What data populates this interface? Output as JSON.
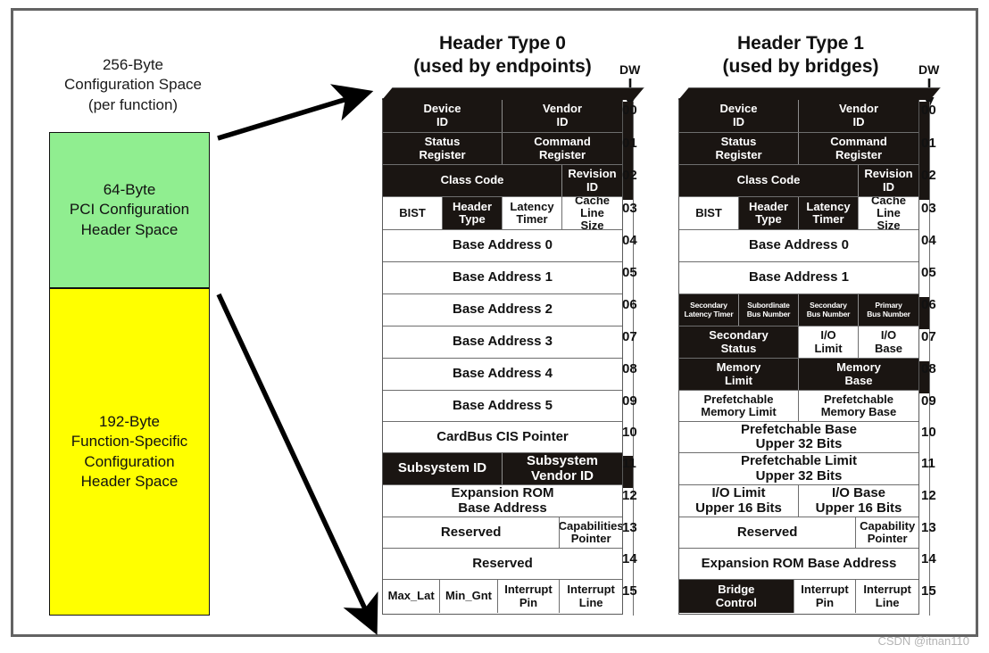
{
  "left_panel": {
    "caption": "256-Byte\nConfiguration Space\n(per function)",
    "caption_lines": [
      "256-Byte",
      "Configuration Space",
      "(per function)"
    ],
    "blocks": [
      {
        "label": "64-Byte\nPCI Configuration\nHeader Space",
        "lines": [
          "64-Byte",
          "PCI Configuration",
          "Header Space"
        ],
        "color": "#90ee90"
      },
      {
        "label": "192-Byte\nFunction-Specific\nConfiguration\nHeader Space",
        "lines": [
          "192-Byte",
          "Function-Specific",
          "Configuration",
          "Header Space"
        ],
        "color": "#ffff00"
      }
    ]
  },
  "tables": [
    {
      "title_line1": "Header Type 0",
      "title_line2": "(used by endpoints)",
      "dw_header": "DW",
      "dw_numbers": [
        "00",
        "01",
        "02",
        "03",
        "04",
        "05",
        "06",
        "07",
        "08",
        "09",
        "10",
        "11",
        "12",
        "13",
        "14",
        "15"
      ],
      "rows": [
        {
          "dw": "00",
          "h": 38,
          "cells": [
            {
              "t": "Device\nID",
              "w": 50,
              "dark": true
            },
            {
              "t": "Vendor\nID",
              "w": 50,
              "dark": true
            }
          ]
        },
        {
          "dw": "01",
          "h": 36,
          "cells": [
            {
              "t": "Status\nRegister",
              "w": 50,
              "dark": true
            },
            {
              "t": "Command\nRegister",
              "w": 50,
              "dark": true
            }
          ]
        },
        {
          "dw": "02",
          "h": 36,
          "cells": [
            {
              "t": "Class Code",
              "w": 75,
              "dark": true
            },
            {
              "t": "Revision\nID",
              "w": 25,
              "dark": true
            }
          ]
        },
        {
          "dw": "03",
          "h": 37,
          "cells": [
            {
              "t": "BIST",
              "w": 25,
              "dark": false
            },
            {
              "t": "Header\nType",
              "w": 25,
              "dark": true
            },
            {
              "t": "Latency\nTimer",
              "w": 25,
              "dark": false
            },
            {
              "t": "Cache\nLine\nSize",
              "w": 25,
              "dark": false
            }
          ]
        },
        {
          "dw": "04",
          "h": 36,
          "cells": [
            {
              "t": "Base Address 0",
              "w": 100,
              "dark": false,
              "big": true
            }
          ]
        },
        {
          "dw": "05",
          "h": 36,
          "cells": [
            {
              "t": "Base Address 1",
              "w": 100,
              "dark": false,
              "big": true
            }
          ]
        },
        {
          "dw": "06",
          "h": 36,
          "cells": [
            {
              "t": "Base Address 2",
              "w": 100,
              "dark": false,
              "big": true
            }
          ]
        },
        {
          "dw": "07",
          "h": 36,
          "cells": [
            {
              "t": "Base Address 3",
              "w": 100,
              "dark": false,
              "big": true
            }
          ]
        },
        {
          "dw": "08",
          "h": 36,
          "cells": [
            {
              "t": "Base Address 4",
              "w": 100,
              "dark": false,
              "big": true
            }
          ]
        },
        {
          "dw": "09",
          "h": 35,
          "cells": [
            {
              "t": "Base Address 5",
              "w": 100,
              "dark": false,
              "big": true
            }
          ]
        },
        {
          "dw": "10",
          "h": 35,
          "cells": [
            {
              "t": "CardBus CIS Pointer",
              "w": 100,
              "dark": false,
              "big": true
            }
          ]
        },
        {
          "dw": "11",
          "h": 36,
          "cells": [
            {
              "t": "Subsystem ID",
              "w": 50,
              "dark": true,
              "big": true
            },
            {
              "t": "Subsystem\nVendor ID",
              "w": 50,
              "dark": true,
              "big": true
            }
          ]
        },
        {
          "dw": "12",
          "h": 36,
          "cells": [
            {
              "t": "Expansion ROM\nBase Address",
              "w": 100,
              "dark": false,
              "big": true
            }
          ]
        },
        {
          "dw": "13",
          "h": 35,
          "cells": [
            {
              "t": "Reserved",
              "w": 74,
              "dark": false,
              "big": true
            },
            {
              "t": "Capabilities\nPointer",
              "w": 26,
              "dark": false
            }
          ]
        },
        {
          "dw": "14",
          "h": 35,
          "cells": [
            {
              "t": "Reserved",
              "w": 100,
              "dark": false,
              "big": true
            }
          ]
        },
        {
          "dw": "15",
          "h": 37,
          "cells": [
            {
              "t": "Max_Lat",
              "w": 24,
              "dark": false
            },
            {
              "t": "Min_Gnt",
              "w": 24,
              "dark": false
            },
            {
              "t": "Interrupt\nPin",
              "w": 26,
              "dark": false
            },
            {
              "t": "Interrupt\nLine",
              "w": 26,
              "dark": false
            }
          ]
        }
      ]
    },
    {
      "title_line1": "Header Type 1",
      "title_line2": "(used by bridges)",
      "dw_header": "DW",
      "dw_numbers": [
        "00",
        "01",
        "02",
        "03",
        "04",
        "05",
        "06",
        "07",
        "08",
        "09",
        "10",
        "11",
        "12",
        "13",
        "14",
        "15"
      ],
      "rows": [
        {
          "dw": "00",
          "h": 38,
          "cells": [
            {
              "t": "Device\nID",
              "w": 50,
              "dark": true
            },
            {
              "t": "Vendor\nID",
              "w": 50,
              "dark": true
            }
          ]
        },
        {
          "dw": "01",
          "h": 36,
          "cells": [
            {
              "t": "Status\nRegister",
              "w": 50,
              "dark": true
            },
            {
              "t": "Command\nRegister",
              "w": 50,
              "dark": true
            }
          ]
        },
        {
          "dw": "02",
          "h": 36,
          "cells": [
            {
              "t": "Class Code",
              "w": 75,
              "dark": true
            },
            {
              "t": "Revision\nID",
              "w": 25,
              "dark": true
            }
          ]
        },
        {
          "dw": "03",
          "h": 37,
          "cells": [
            {
              "t": "BIST",
              "w": 25,
              "dark": false
            },
            {
              "t": "Header\nType",
              "w": 25,
              "dark": true
            },
            {
              "t": "Latency\nTimer",
              "w": 25,
              "dark": true
            },
            {
              "t": "Cache\nLine\nSize",
              "w": 25,
              "dark": false
            }
          ]
        },
        {
          "dw": "04",
          "h": 36,
          "cells": [
            {
              "t": "Base Address 0",
              "w": 100,
              "dark": false,
              "big": true
            }
          ]
        },
        {
          "dw": "05",
          "h": 36,
          "cells": [
            {
              "t": "Base Address 1",
              "w": 100,
              "dark": false,
              "big": true
            }
          ]
        },
        {
          "dw": "06",
          "h": 36,
          "cells": [
            {
              "t": "Secondary\nLatency Timer",
              "w": 25,
              "dark": true,
              "tiny": true
            },
            {
              "t": "Subordinate\nBus Number",
              "w": 25,
              "dark": true,
              "tiny": true
            },
            {
              "t": "Secondary\nBus Number",
              "w": 25,
              "dark": true,
              "tiny": true
            },
            {
              "t": "Primary\nBus Number",
              "w": 25,
              "dark": true,
              "tiny": true
            }
          ]
        },
        {
          "dw": "07",
          "h": 36,
          "cells": [
            {
              "t": "Secondary\nStatus",
              "w": 50,
              "dark": true
            },
            {
              "t": "I/O\nLimit",
              "w": 25,
              "dark": false
            },
            {
              "t": "I/O\nBase",
              "w": 25,
              "dark": false
            }
          ]
        },
        {
          "dw": "08",
          "h": 36,
          "cells": [
            {
              "t": "Memory\nLimit",
              "w": 50,
              "dark": true
            },
            {
              "t": "Memory\nBase",
              "w": 50,
              "dark": true
            }
          ]
        },
        {
          "dw": "09",
          "h": 35,
          "cells": [
            {
              "t": "Prefetchable\nMemory Limit",
              "w": 50,
              "dark": false
            },
            {
              "t": "Prefetchable\nMemory Base",
              "w": 50,
              "dark": false
            }
          ]
        },
        {
          "dw": "10",
          "h": 35,
          "cells": [
            {
              "t": "Prefetchable Base\nUpper 32 Bits",
              "w": 100,
              "dark": false,
              "big": true
            }
          ]
        },
        {
          "dw": "11",
          "h": 36,
          "cells": [
            {
              "t": "Prefetchable Limit\nUpper 32 Bits",
              "w": 100,
              "dark": false,
              "big": true
            }
          ]
        },
        {
          "dw": "12",
          "h": 36,
          "cells": [
            {
              "t": "I/O Limit\nUpper 16 Bits",
              "w": 50,
              "dark": false,
              "big": true
            },
            {
              "t": "I/O Base\nUpper 16 Bits",
              "w": 50,
              "dark": false,
              "big": true
            }
          ]
        },
        {
          "dw": "13",
          "h": 35,
          "cells": [
            {
              "t": "Reserved",
              "w": 74,
              "dark": false,
              "big": true
            },
            {
              "t": "Capability\nPointer",
              "w": 26,
              "dark": false
            }
          ]
        },
        {
          "dw": "14",
          "h": 35,
          "cells": [
            {
              "t": "Expansion ROM Base Address",
              "w": 100,
              "dark": false,
              "big": true
            }
          ]
        },
        {
          "dw": "15",
          "h": 37,
          "cells": [
            {
              "t": "Bridge\nControl",
              "w": 48,
              "dark": true
            },
            {
              "t": "Interrupt\nPin",
              "w": 26,
              "dark": false
            },
            {
              "t": "Interrupt\nLine",
              "w": 26,
              "dark": false
            }
          ]
        }
      ]
    }
  ],
  "watermark": "CSDN @itnan110",
  "colors": {
    "green_block": "#90ee90",
    "yellow_block": "#ffff00",
    "dark_cell": "#1a1512",
    "frame_border": "#636363"
  }
}
